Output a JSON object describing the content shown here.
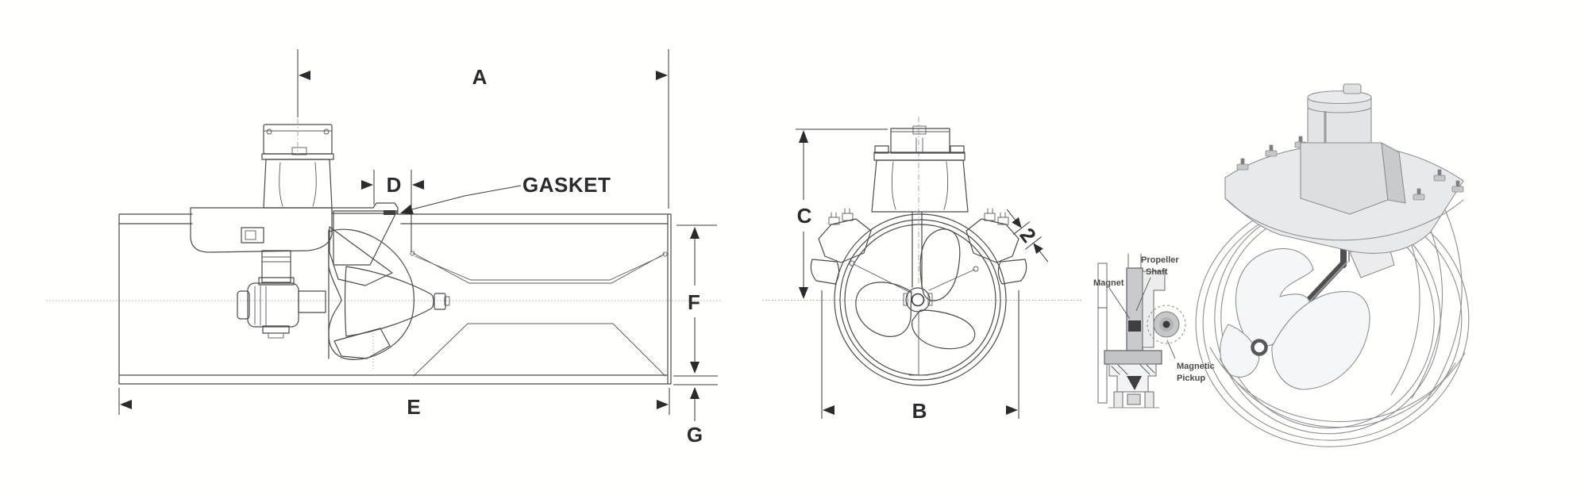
{
  "diagram": {
    "type": "bow-thruster technical drawing",
    "side_view": {
      "label_a": "A",
      "label_d": "D",
      "label_e": "E",
      "label_f": "F",
      "label_g": "G",
      "gasket_label": "GASKET"
    },
    "front_view": {
      "label_b": "B",
      "label_c": "C",
      "flange_thickness_label": "2"
    },
    "sensor_detail": {
      "magnet_label": "Magnet",
      "propeller_shaft_line1": "Propeller",
      "propeller_shaft_line2": "Shaft",
      "magnetic_pickup_line1": "Magnetic",
      "magnetic_pickup_line2": "Pickup"
    },
    "colors": {
      "background": "#ffffff",
      "line_ink": "#4a4a4b",
      "dimension_ink": "#2b2b2d",
      "light_metal_fill": "#e6e7e9",
      "mid_metal_fill": "#c9cacd",
      "blade_fill": "#c5c6c9",
      "gasket_dark": "#3f3f41",
      "sketch_line": "#8f8f91"
    }
  }
}
